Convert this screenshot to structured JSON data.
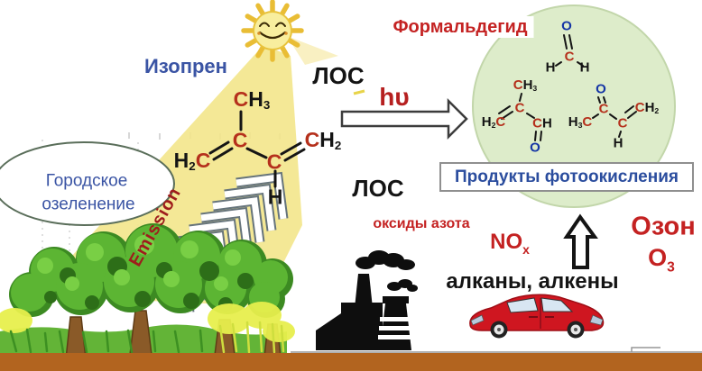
{
  "labels": {
    "isoprene": "Изопрен",
    "voc_top": "ЛОС",
    "voc_bottom": "ЛОС",
    "hv": "hυ",
    "formaldehyde": "Формальдегид",
    "photooxidation_products": "Продукты фотоокисления",
    "nitrogen_oxides": "оксиды азота",
    "nox_main": "NO",
    "nox_sub": "x",
    "alkanes_alkenes": "алканы, алкены",
    "ozone": "Озон",
    "o3_main": "O",
    "o3_sub": "3",
    "emission": "Emission",
    "urban_greening_line1": "Городское",
    "urban_greening_line2": "озеленение"
  },
  "molecules": {
    "isoprene": {
      "ch3_c": "C",
      "ch3_h": "H",
      "ch3_sub": "3",
      "c1": "C",
      "h2c_h": "H",
      "h2c_sub": "2",
      "h2c_c": "C",
      "c2": "C",
      "ch2_c": "C",
      "ch2_h": "H",
      "ch2_sub": "2",
      "h": "H"
    },
    "formaldehyde": {
      "o": "O",
      "c": "C",
      "h_left": "H",
      "h_right": "H"
    },
    "methacrolein": {
      "ch3_c": "C",
      "ch3_h": "H",
      "ch3_sub": "3",
      "c": "C",
      "h2c_h": "H",
      "h2c_sub": "2",
      "h2c_c": "C",
      "ch_c": "C",
      "ch_h": "H",
      "o": "O"
    },
    "methyl_vinyl_ketone": {
      "o": "O",
      "c1": "C",
      "h3c_h": "H",
      "h3c_sub": "3",
      "h3c_c": "C",
      "c2": "C",
      "ch2_c": "C",
      "ch2_h": "H",
      "ch2_sub": "2",
      "h": "H"
    }
  },
  "icons": {
    "sun": "smiling-sun-icon",
    "factory": "factory-smokestacks-icon",
    "car": "red-car-icon",
    "up_arrow": "up-arrow-icon",
    "hv_arrow": "right-arrow-icon",
    "chevrons": "emission-chevron-arrows-icon"
  },
  "colors": {
    "accent_red": "#c42222",
    "accent_blue": "#3a54a4",
    "atom_red": "#b5301c",
    "atom_blue": "#1535a5",
    "beam_yellow": "#f2e388",
    "circle_green": "#ddecca",
    "ground_brown": "#b2641f",
    "tree_green": "#5cb533",
    "car_red": "#cf1620"
  }
}
